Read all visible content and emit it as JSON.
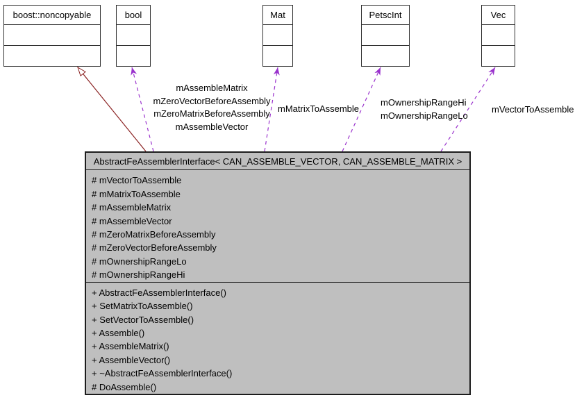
{
  "diagram": {
    "type": "uml-collaboration-graph",
    "top_classes": [
      {
        "name": "boost::noncopyable"
      },
      {
        "name": "bool"
      },
      {
        "name": "Mat"
      },
      {
        "name": "PetscInt"
      },
      {
        "name": "Vec"
      }
    ],
    "main_class": {
      "title": "AbstractFeAssemblerInterface< CAN_ASSEMBLE_VECTOR, CAN_ASSEMBLE_MATRIX >",
      "attributes": [
        "# mVectorToAssemble",
        "# mMatrixToAssemble",
        "# mAssembleMatrix",
        "# mAssembleVector",
        "# mZeroMatrixBeforeAssembly",
        "# mZeroVectorBeforeAssembly",
        "# mOwnershipRangeLo",
        "# mOwnershipRangeHi"
      ],
      "methods": [
        "+ AbstractFeAssemblerInterface()",
        "+ SetMatrixToAssemble()",
        "+ SetVectorToAssemble()",
        "+ Assemble()",
        "+ AssembleMatrix()",
        "+ AssembleVector()",
        "+ ~AbstractFeAssemblerInterface()",
        "# DoAssemble()"
      ]
    },
    "edge_labels": {
      "bool_members": [
        "mAssembleMatrix",
        "mZeroVectorBeforeAssembly",
        "mZeroMatrixBeforeAssembly",
        "mAssembleVector"
      ],
      "mat_member": "mMatrixToAssemble",
      "petscint_members": [
        "mOwnershipRangeHi",
        "mOwnershipRangeLo"
      ],
      "vec_member": "mVectorToAssemble"
    },
    "colors": {
      "inheritance_edge": "#8b2323",
      "usage_edge": "#9a32cd",
      "main_node_fill": "#bfbfbf",
      "node_fill": "#ffffff",
      "node_border": "#2f2f2f"
    }
  }
}
